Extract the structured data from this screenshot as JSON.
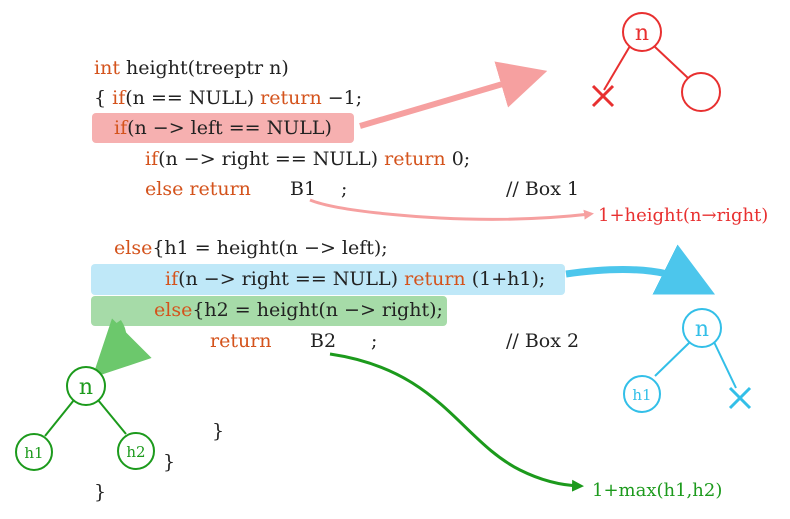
{
  "colors": {
    "keyword": "#d4531c",
    "code": "#222222",
    "red": "#e83030",
    "red_light": "#f6b0b0",
    "blue": "#33bfe8",
    "blue_light": "#bfe8f8",
    "green": "#1c9a1c",
    "green_light": "#a6dba8"
  },
  "code": {
    "l1_kw": "int",
    "l1_rest": "height(treeptr n)",
    "l2_brace": "{",
    "l2_if": "if",
    "l2_cond": "(n == NULL)",
    "l2_ret": "return",
    "l2_val": "−1;",
    "l3_if": "if",
    "l3_cond": "(n −> left == NULL)",
    "l4_if": "if",
    "l4_cond": "(n −> right == NULL)",
    "l4_ret": "return",
    "l4_val": "0;",
    "l5_else": "else",
    "l5_ret": "return",
    "l5_box": "B1",
    "l5_semi": ";",
    "l5_comment": "// Box 1",
    "l6_else": "else",
    "l6_rest": "{h1 = height(n −> left);",
    "l7_if": "if",
    "l7_cond": "(n −> right == NULL)",
    "l7_ret": "return",
    "l7_val": "(1+h1);",
    "l8_else": "else",
    "l8_rest": "{h2 = height(n −> right);",
    "l9_ret": "return",
    "l9_box": "B2",
    "l9_semi": ";",
    "l9_comment": "// Box 2",
    "l10_brace": "}",
    "l11_brace": "}",
    "l12_brace": "}"
  },
  "annotations": {
    "box1_result": "1+height(n→right)",
    "box2_result": "1+max(h1,h2)"
  },
  "trees": {
    "red": {
      "root": "n"
    },
    "blue": {
      "root": "n",
      "left": "h1"
    },
    "green": {
      "root": "n",
      "left": "h1",
      "right": "h2"
    }
  }
}
